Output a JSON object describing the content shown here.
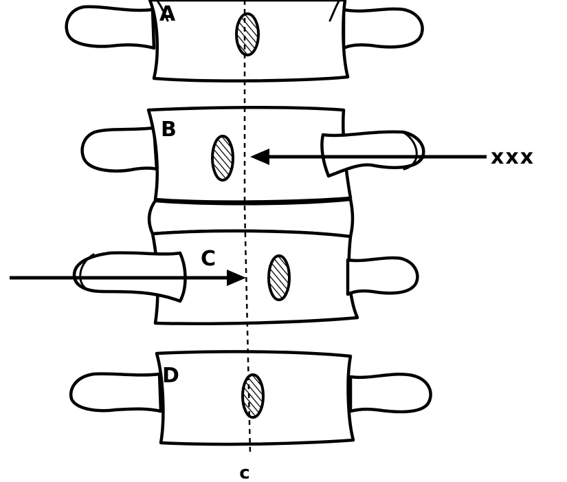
{
  "vertebrae": [
    {
      "label": "A"
    },
    {
      "label": "B"
    },
    {
      "label": "C"
    },
    {
      "label": "D"
    }
  ],
  "arrow_label": "xxx",
  "midline_label": "c",
  "colors": {
    "line": "#000000",
    "background": "#ffffff"
  }
}
